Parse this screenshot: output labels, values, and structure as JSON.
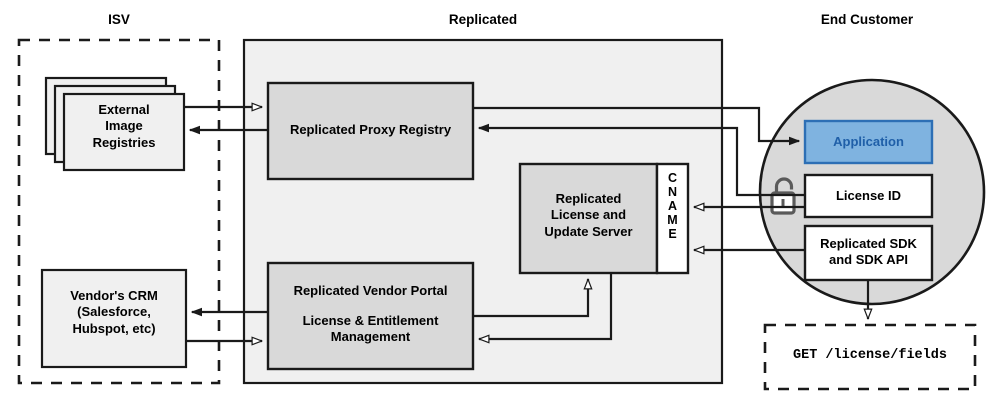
{
  "title": "Replicated architecture diagram",
  "colors": {
    "panel_fill": "#f0f0f0",
    "box_fill": "#d9d9d9",
    "light_box_fill": "#f0f0f0",
    "app_fill": "#7fb3e0",
    "app_stroke": "#2d6fb5",
    "app_text": "#1f5fa8",
    "circle_fill": "#d9d9d9",
    "stroke": "#1a1a1a",
    "lock": "#5a5a5a",
    "white": "#ffffff"
  },
  "headers": {
    "isv": "ISV",
    "replicated": "Replicated",
    "end_customer": "End Customer"
  },
  "isv": {
    "registries": "External\nImage\nRegistries",
    "crm": "Vendor's CRM\n(Salesforce,\nHubspot, etc)"
  },
  "replicated": {
    "proxy_registry": "Replicated Proxy Registry",
    "license_server": "Replicated\nLicense and\nUpdate Server",
    "cname": "CNAME",
    "cname_letters": [
      "C",
      "N",
      "A",
      "M",
      "E"
    ],
    "vendor_portal_title": "Replicated Vendor Portal",
    "vendor_portal_sub": "License & Entitlement\nManagement"
  },
  "end_customer": {
    "application": "Application",
    "license_id": "License ID",
    "sdk": "Replicated SDK\nand SDK API",
    "lock_icon": "open-padlock-icon"
  },
  "api_call": {
    "request": "GET /license/fields"
  }
}
